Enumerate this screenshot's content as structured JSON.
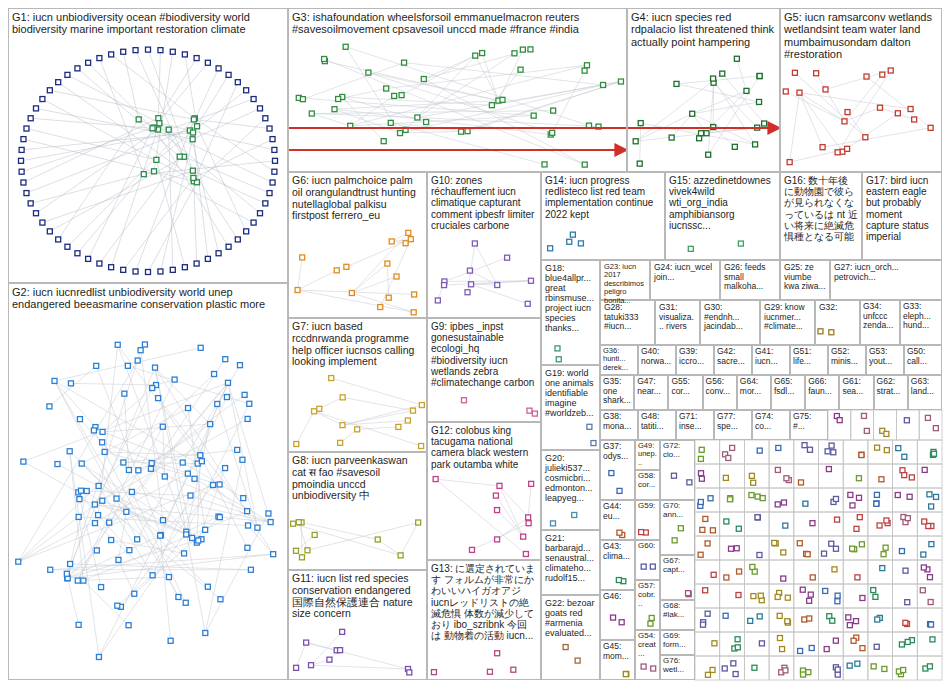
{
  "diagram": {
    "nodes": [
      {
        "text": [
          "G1: iucn unbiodiversity ocean #biodiversity world biodiversity marine important restoration climate"
        ]
      },
      {
        "text": [
          "G3: ishafoundation wheelsforsoil emmanuelmacron reuters #savesoilmovement cpsavesoil unccd made #france #india"
        ]
      },
      {
        "text": [
          "G4: iucn species red rdpalacio list threatened think actually point hampering"
        ]
      },
      {
        "text": [
          "G5: iucn ramsarconv wetlands wetlandsint team water land mumbaimusondam dalton #restoration"
        ]
      },
      {
        "text": [
          "G6: iucn palmchoice palm oil orangulandtrust hunting nutellaglobal palkisu firstpost ferrero_eu"
        ]
      },
      {
        "text": [
          "G10: zones réchauffement iucn climatique capturant comment ipbesfr limiter cruciales carbone"
        ]
      },
      {
        "text": [
          "G14: iucn progress redlisteco list red team implementation continue 2022 kept"
        ]
      },
      {
        "text": [
          "G15: azzedinetdownes vivek4wild wti_org_india amphibiansorg iucnssc..."
        ]
      },
      {
        "text": [
          "G16: 数十年後に動物園で彼らが見られなくなっているは nt 近い将来に絶滅危惧種となる可能"
        ]
      },
      {
        "text": [
          "G17: bird iucn eastern eagle but probably moment capture status imperial"
        ]
      },
      {
        "text": [
          "G18: blue4allpr... great rbinsmuse... project iucn species thanks..."
        ]
      },
      {
        "text": [
          "G23: iucn 2017 describimos peligro bonita..."
        ]
      },
      {
        "text": [
          "G24: iucn_wcel join..."
        ]
      },
      {
        "text": [
          "G26: feeds small malkoha..."
        ]
      },
      {
        "text": [
          "G25: ze viumbe kwa ziwa..."
        ]
      },
      {
        "text": [
          "G27: iucn_orch... petrovich..."
        ]
      },
      {
        "text": [
          "G28: tatuki333 #iucn..."
        ]
      },
      {
        "text": [
          "G31: visualiza... rivers"
        ]
      },
      {
        "text": [
          "G30: #endnh... jacindab..."
        ]
      },
      {
        "text": [
          "G29: know iucnmer... #climate..."
        ]
      },
      {
        "text": [
          "G32:"
        ]
      },
      {
        "text": [
          "G34: unfccc zenda..."
        ]
      },
      {
        "text": [
          "G33: eleph... hund..."
        ]
      },
      {
        "text": [
          "G2: iucn iucnredlist unbiodiversity world unep endangered beeasmarine conservation plastic more"
        ]
      },
      {
        "text": [
          "G7: iucn based rccdnrwanda programme help officer iucnsos calling looking implement"
        ]
      },
      {
        "text": [
          "G9: ipbes _inpst gonesustainable ecologi_hq #biodiversity iucn wetlands zebra #climatechange carbon"
        ]
      },
      {
        "text": [
          "G19: world one animals identifiable imagine #worldzeb..."
        ]
      },
      {
        "text": [
          "G36: hunti... derek..."
        ]
      },
      {
        "text": [
          "G40: norwa..."
        ]
      },
      {
        "text": [
          "G39: iccro..."
        ]
      },
      {
        "text": [
          "G42: sacre..."
        ]
      },
      {
        "text": [
          "G41: iucn..."
        ]
      },
      {
        "text": [
          "G51: life..."
        ]
      },
      {
        "text": [
          "G52: minis..."
        ]
      },
      {
        "text": [
          "G53: yout..."
        ]
      },
      {
        "text": [
          "G50: call..."
        ]
      },
      {
        "text": [
          "G35: one shark..."
        ]
      },
      {
        "text": [
          "G47: near..."
        ]
      },
      {
        "text": [
          "G55: cor..."
        ]
      },
      {
        "text": [
          "G56: conv..."
        ]
      },
      {
        "text": [
          "G64: mor..."
        ]
      },
      {
        "text": [
          "G65: fsdl..."
        ]
      },
      {
        "text": [
          "G66: faun..."
        ]
      },
      {
        "text": [
          "G61: sea..."
        ]
      },
      {
        "text": [
          "G62: strat..."
        ]
      },
      {
        "text": [
          "G63: land..."
        ]
      },
      {
        "text": [
          "G38: mona..."
        ]
      },
      {
        "text": [
          "G48: tatiti..."
        ]
      },
      {
        "text": [
          "G71: inse..."
        ]
      },
      {
        "text": [
          "G77: spe..."
        ]
      },
      {
        "text": [
          "G74: co..."
        ]
      },
      {
        "text": [
          "G75: #..."
        ]
      },
      {
        "text": [
          "G12: colobus king tacugama national camera black western park outamba white"
        ]
      },
      {
        "text": [
          "G20: julieki537... cosmicbri... edmonton... leapyeg..."
        ]
      },
      {
        "text": [
          "G8: iucn parveenkaswan cat स fao #savesoil pmoindia unccd unbiodiversity 中"
        ]
      },
      {
        "text": [
          "G11: iucn list red species conservation endangered 国際自然保護連合 nature size concern"
        ]
      },
      {
        "text": [
          "G13: に選定されています フォルムが非常にかわいいハイガオアジ iucnレッドリストの絶滅危惧 体数が減少しており ibo_szribnk 今回は 動物着の活動 iucn..."
        ]
      },
      {
        "text": [
          "G21: barbarajd... senaustral... climateho... rudolf15..."
        ]
      },
      {
        "text": [
          "G22: bezoar goats red #armenia evaluated..."
        ]
      },
      {
        "text": [
          "G37: odys..."
        ]
      },
      {
        "text": [
          "G44: eu..."
        ]
      },
      {
        "text": [
          "G43: clima..."
        ]
      },
      {
        "text": [
          "G46:"
        ]
      },
      {
        "text": [
          "G45: mom..."
        ]
      },
      {
        "text": [
          "G49: unep..."
        ]
      },
      {
        "text": [
          "G58: cor..."
        ]
      },
      {
        "text": [
          "G59:"
        ]
      },
      {
        "text": [
          "G60:"
        ]
      },
      {
        "text": [
          "G57: cobr..."
        ]
      },
      {
        "text": [
          "G54: creat..."
        ]
      },
      {
        "text": [
          "G72: clo..."
        ]
      },
      {
        "text": [
          "G70: ann..."
        ]
      },
      {
        "text": [
          "G67: capt..."
        ]
      },
      {
        "text": [
          "G68: #lak..."
        ]
      },
      {
        "text": [
          "G69: form..."
        ]
      },
      {
        "text": [
          "G76: wetl..."
        ]
      }
    ],
    "edges": [
      {
        "from": 0,
        "to": 2,
        "arrow": "to"
      },
      {
        "from": 0,
        "to": 3,
        "arrow": "to"
      }
    ]
  }
}
